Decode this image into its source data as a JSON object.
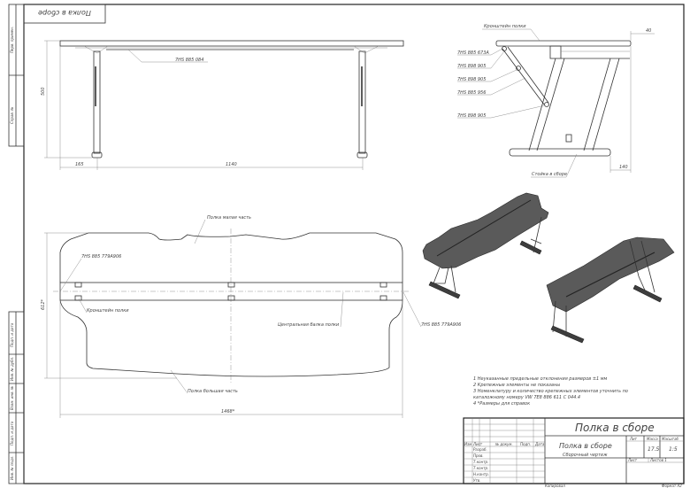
{
  "sheet": {
    "upside_title": "Полка в сборе",
    "left_strip_top": [
      "Перв. примен.",
      "Справ. №"
    ],
    "left_strip_bottom": [
      "Подп. и дата",
      "Инв. № дубл.",
      "Взам. инв. №",
      "Подп. и дата",
      "Инв. № подл."
    ],
    "footer_copied": "Копировал",
    "footer_format": "Формат A2"
  },
  "front_view": {
    "callout": "7НS 885 084",
    "dim_height": "500",
    "dim_left": "165",
    "dim_span": "1140"
  },
  "side_view": {
    "callouts": [
      "Кронштейн полки",
      "7НS 885 673A",
      "7НS 898 905",
      "7НS 898 905",
      "7НS 885 956",
      "7НS 898 905",
      "Стойка в сборе"
    ],
    "dim_top": "40",
    "dim_bottom": "140"
  },
  "plan_view": {
    "small_part": "Полка малая часть",
    "callout_left": "7НS 885 779A906",
    "bracket": "Кронштейн полки",
    "center_beam": "Центральная балка полки",
    "callout_right": "7НS 885 779A906",
    "large_part": "Полка большая часть",
    "dim_depth": "612*",
    "dim_width": "1468*"
  },
  "notes": [
    "1   Неуказанные предельные отклонения размеров ±1 мм",
    "2   Крепежные элементы не показаны",
    "3   Номенклатуру и количество крепежных элементов уточнить по",
    "     каталожному номеру VW 7E8 886 611 C 044.4",
    "4   *Размеры для справок"
  ],
  "title_block": {
    "main_title": "Полка в сборе",
    "name": "Полка в сборе",
    "doc_type": "Сборочный чертеж",
    "col_headers": [
      "Изм",
      "Лист",
      "№ докум.",
      "Подп.",
      "Дата"
    ],
    "roles": [
      "Разраб.",
      "Пров.",
      "Т.контр.",
      "Т.контр.",
      "Н.контр.",
      "Утв."
    ],
    "lit_label": "Лит",
    "mass_label": "Масса",
    "scale_label": "Масштаб",
    "mass": "17.5",
    "scale": "1:5",
    "sheet_label": "Лист",
    "sheets_label": "Листов 1"
  }
}
